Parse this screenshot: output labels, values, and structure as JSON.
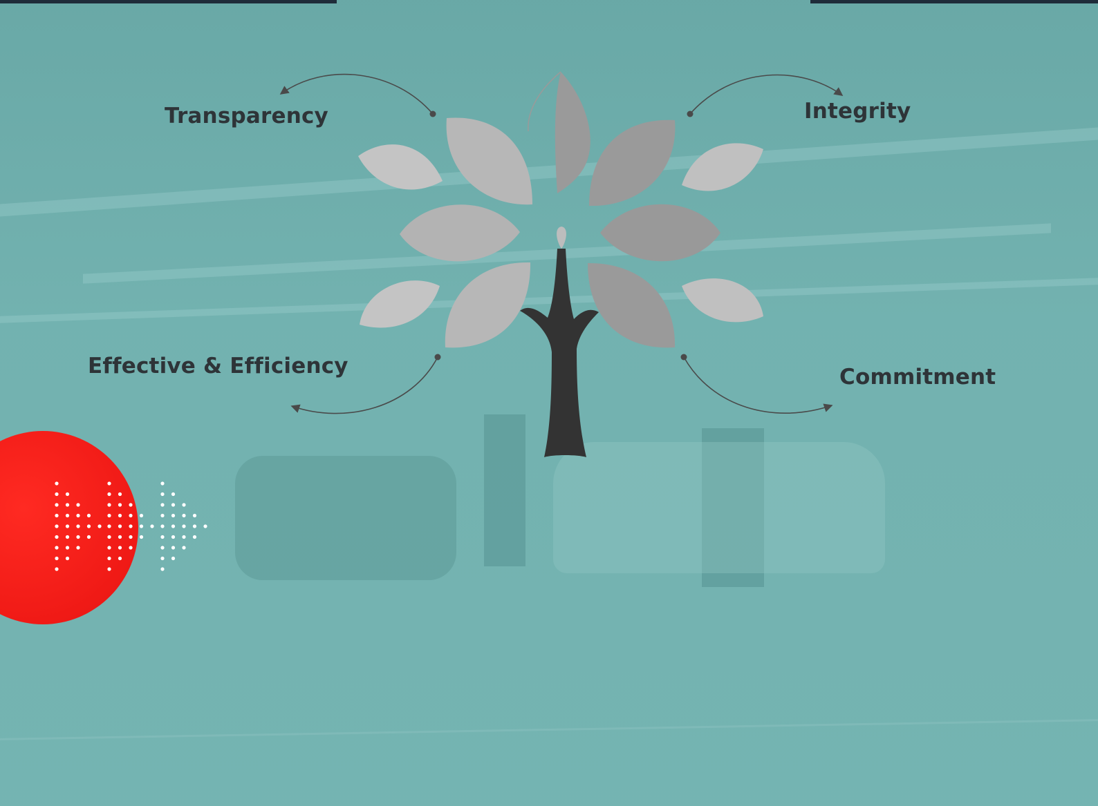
{
  "values": {
    "transparency": "Transparency",
    "integrity": "Integrity",
    "effective": "Effective & Efficiency",
    "commitment": "Commitment"
  },
  "colors": {
    "background": "#74b3b1",
    "trunk": "#333333",
    "leaf_light": "#bdbdbd",
    "leaf_mid": "#acacac",
    "leaf_dark": "#959595",
    "arrow": "#4a4a4a",
    "accent_red": "#f01a16",
    "top_strip": "#1f2c3a"
  },
  "icons": {
    "tree": "tree-icon",
    "dots": "dotted-arrows-icon"
  }
}
